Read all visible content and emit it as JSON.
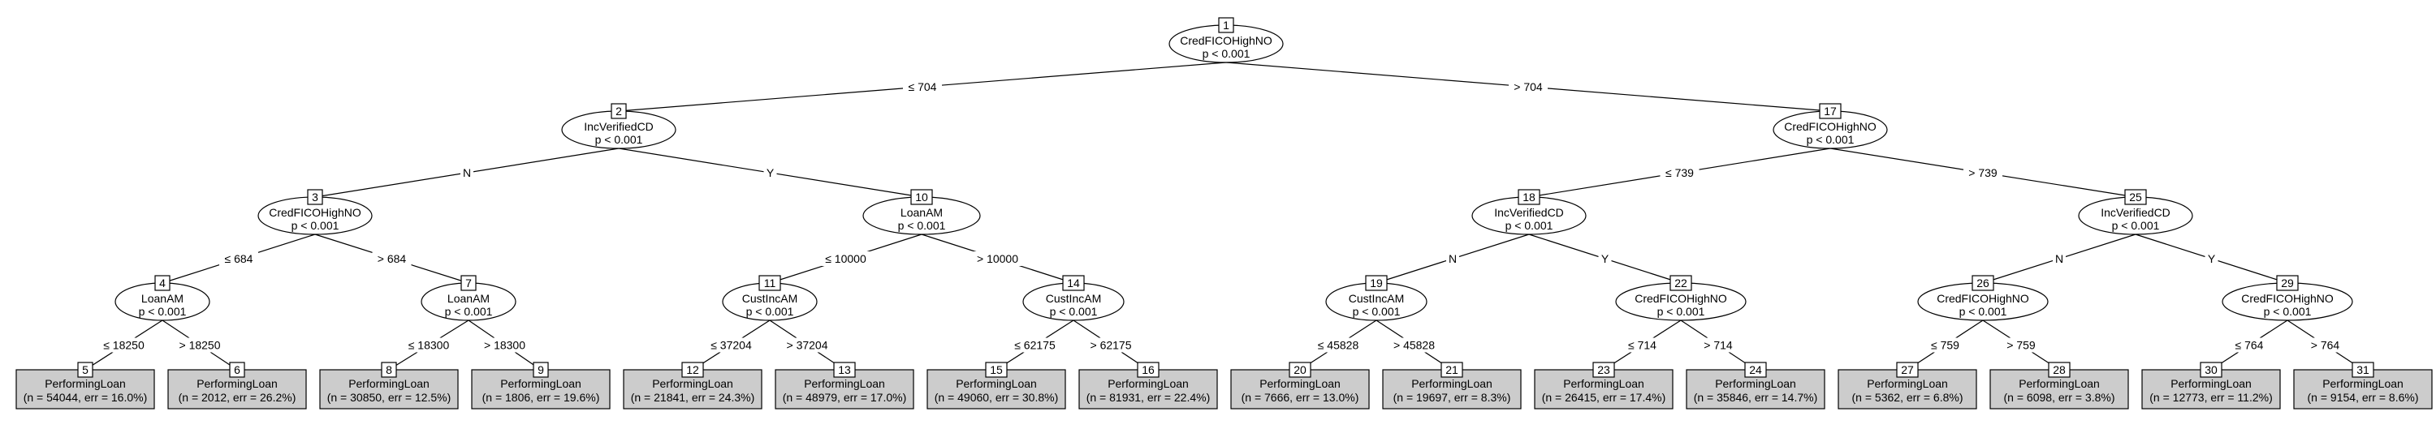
{
  "tree": {
    "internal_nodes": [
      {
        "id": "1",
        "variable": "CredFICOHighNO",
        "pvalue": "p < 0.001"
      },
      {
        "id": "2",
        "variable": "IncVerifiedCD",
        "pvalue": "p < 0.001"
      },
      {
        "id": "3",
        "variable": "CredFICOHighNO",
        "pvalue": "p < 0.001"
      },
      {
        "id": "4",
        "variable": "LoanAM",
        "pvalue": "p < 0.001"
      },
      {
        "id": "7",
        "variable": "LoanAM",
        "pvalue": "p < 0.001"
      },
      {
        "id": "10",
        "variable": "LoanAM",
        "pvalue": "p < 0.001"
      },
      {
        "id": "11",
        "variable": "CustIncAM",
        "pvalue": "p < 0.001"
      },
      {
        "id": "14",
        "variable": "CustIncAM",
        "pvalue": "p < 0.001"
      },
      {
        "id": "17",
        "variable": "CredFICOHighNO",
        "pvalue": "p < 0.001"
      },
      {
        "id": "18",
        "variable": "IncVerifiedCD",
        "pvalue": "p < 0.001"
      },
      {
        "id": "19",
        "variable": "CustIncAM",
        "pvalue": "p < 0.001"
      },
      {
        "id": "22",
        "variable": "CredFICOHighNO",
        "pvalue": "p < 0.001"
      },
      {
        "id": "25",
        "variable": "IncVerifiedCD",
        "pvalue": "p < 0.001"
      },
      {
        "id": "26",
        "variable": "CredFICOHighNO",
        "pvalue": "p < 0.001"
      },
      {
        "id": "29",
        "variable": "CredFICOHighNO",
        "pvalue": "p < 0.001"
      }
    ],
    "leaves": [
      {
        "id": "5",
        "label": "PerformingLoan",
        "stats": "(n = 54044, err = 16.0%)"
      },
      {
        "id": "6",
        "label": "PerformingLoan",
        "stats": "(n = 2012, err = 26.2%)"
      },
      {
        "id": "8",
        "label": "PerformingLoan",
        "stats": "(n = 30850, err = 12.5%)"
      },
      {
        "id": "9",
        "label": "PerformingLoan",
        "stats": "(n = 1806, err = 19.6%)"
      },
      {
        "id": "12",
        "label": "PerformingLoan",
        "stats": "(n = 21841, err = 24.3%)"
      },
      {
        "id": "13",
        "label": "PerformingLoan",
        "stats": "(n = 48979, err = 17.0%)"
      },
      {
        "id": "15",
        "label": "PerformingLoan",
        "stats": "(n = 49060, err = 30.8%)"
      },
      {
        "id": "16",
        "label": "PerformingLoan",
        "stats": "(n = 81931, err = 22.4%)"
      },
      {
        "id": "20",
        "label": "PerformingLoan",
        "stats": "(n = 7666, err = 13.0%)"
      },
      {
        "id": "21",
        "label": "PerformingLoan",
        "stats": "(n = 19697, err = 8.3%)"
      },
      {
        "id": "23",
        "label": "PerformingLoan",
        "stats": "(n = 26415, err = 17.4%)"
      },
      {
        "id": "24",
        "label": "PerformingLoan",
        "stats": "(n = 35846, err = 14.7%)"
      },
      {
        "id": "27",
        "label": "PerformingLoan",
        "stats": "(n = 5362, err = 6.8%)"
      },
      {
        "id": "28",
        "label": "PerformingLoan",
        "stats": "(n = 6098, err = 3.8%)"
      },
      {
        "id": "30",
        "label": "PerformingLoan",
        "stats": "(n = 12773, err = 11.2%)"
      },
      {
        "id": "31",
        "label": "PerformingLoan",
        "stats": "(n = 9154, err = 8.6%)"
      }
    ],
    "edges": [
      {
        "from": "1",
        "to": "2",
        "label": "≤ 704"
      },
      {
        "from": "1",
        "to": "17",
        "label": "> 704"
      },
      {
        "from": "2",
        "to": "3",
        "label": "N"
      },
      {
        "from": "2",
        "to": "10",
        "label": "Y"
      },
      {
        "from": "3",
        "to": "4",
        "label": "≤ 684"
      },
      {
        "from": "3",
        "to": "7",
        "label": "> 684"
      },
      {
        "from": "4",
        "to": "5",
        "label": "≤ 18250"
      },
      {
        "from": "4",
        "to": "6",
        "label": "> 18250"
      },
      {
        "from": "7",
        "to": "8",
        "label": "≤ 18300"
      },
      {
        "from": "7",
        "to": "9",
        "label": "> 18300"
      },
      {
        "from": "10",
        "to": "11",
        "label": "≤ 10000"
      },
      {
        "from": "10",
        "to": "14",
        "label": "> 10000"
      },
      {
        "from": "11",
        "to": "12",
        "label": "≤ 37204"
      },
      {
        "from": "11",
        "to": "13",
        "label": "> 37204"
      },
      {
        "from": "14",
        "to": "15",
        "label": "≤ 62175"
      },
      {
        "from": "14",
        "to": "16",
        "label": "> 62175"
      },
      {
        "from": "17",
        "to": "18",
        "label": "≤ 739"
      },
      {
        "from": "17",
        "to": "25",
        "label": "> 739"
      },
      {
        "from": "18",
        "to": "19",
        "label": "N"
      },
      {
        "from": "18",
        "to": "22",
        "label": "Y"
      },
      {
        "from": "19",
        "to": "20",
        "label": "≤ 45828"
      },
      {
        "from": "19",
        "to": "21",
        "label": "> 45828"
      },
      {
        "from": "22",
        "to": "23",
        "label": "≤ 714"
      },
      {
        "from": "22",
        "to": "24",
        "label": "> 714"
      },
      {
        "from": "25",
        "to": "26",
        "label": "N"
      },
      {
        "from": "25",
        "to": "29",
        "label": "Y"
      },
      {
        "from": "26",
        "to": "27",
        "label": "≤ 759"
      },
      {
        "from": "26",
        "to": "28",
        "label": "> 759"
      },
      {
        "from": "29",
        "to": "30",
        "label": "≤ 764"
      },
      {
        "from": "29",
        "to": "31",
        "label": "> 764"
      }
    ]
  }
}
